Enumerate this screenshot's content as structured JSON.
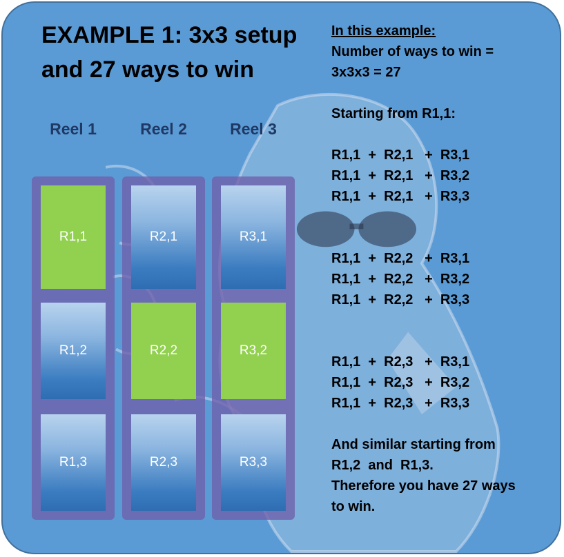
{
  "title": {
    "line1": "EXAMPLE 1: 3x3 setup",
    "line2": "and 27 ways to win"
  },
  "reels": [
    {
      "header": "Reel 1",
      "cells": [
        {
          "label": "R1,1",
          "win": true
        },
        {
          "label": "R1,2",
          "win": false
        },
        {
          "label": "R1,3",
          "win": false
        }
      ]
    },
    {
      "header": "Reel 2",
      "cells": [
        {
          "label": "R2,1",
          "win": false
        },
        {
          "label": "R2,2",
          "win": true
        },
        {
          "label": "R2,3",
          "win": false
        }
      ]
    },
    {
      "header": "Reel 3",
      "cells": [
        {
          "label": "R3,1",
          "win": false
        },
        {
          "label": "R3,2",
          "win": true
        },
        {
          "label": "R3,3",
          "win": false
        }
      ]
    }
  ],
  "explanation": {
    "heading": "In this example:",
    "intro": [
      "Number of ways to win =",
      "3x3x3 = 27"
    ],
    "starting": "Starting from R1,1:",
    "groups": [
      [
        "R1,1  +  R2,1   +  R3,1",
        "R1,1  +  R2,1   +  R3,2",
        "R1,1  +  R2,1   +  R3,3"
      ],
      [
        "R1,1  +  R2,2   +  R3,1",
        "R1,1  +  R2,2   +  R3,2",
        "R1,1  +  R2,2   +  R3,3"
      ],
      [
        "R1,1  +  R2,3   +  R3,1",
        "R1,1  +  R2,3   +  R3,2",
        "R1,1  +  R2,3   +  R3,3"
      ]
    ],
    "conclusion": [
      "And similar starting from",
      "R1,2  and  R1,3.",
      "Therefore you have 27 ways",
      "to win."
    ]
  },
  "colors": {
    "background": "#5b9bd5",
    "border": "#41719c",
    "reel_frame": "#6e5faa",
    "winning_cell": "#92d050",
    "reel_header": "#1f3864"
  }
}
